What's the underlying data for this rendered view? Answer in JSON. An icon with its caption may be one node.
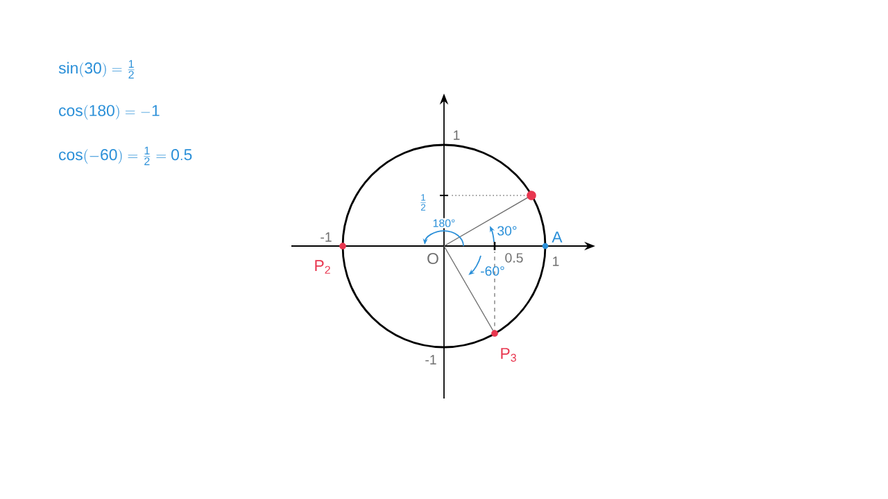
{
  "diagram": {
    "nodes": [
      {
        "text": [],
        "shape": "circle"
      },
      {
        "text": [],
        "shape": "circle",
        "beside": [
          "P$_{2}$"
        ]
      },
      {
        "text": [],
        "shape": "circle",
        "beside": [
          "P$_{3}$"
        ]
      },
      {
        "text": [],
        "shape": "circle",
        "beside": [
          "A"
        ]
      }
    ],
    "labels": [
      "\\mathrm{sin(30) = \\frac{1}{2}}",
      "\\mathrm{cos(180) = -1}",
      "\\mathrm{cos(-60) = \\frac{1}{2} = 0.5}",
      "1",
      "\\mathrm{\\frac{1}{2}}",
      "180°",
      "30°",
      "-1",
      "O",
      "0.5",
      "1",
      "-60°",
      "-1"
    ]
  }
}
